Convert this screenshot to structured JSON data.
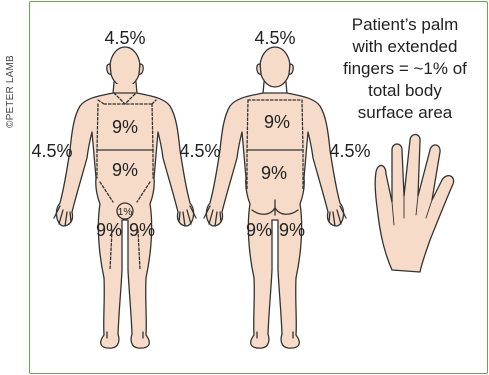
{
  "credit": "©PETER LAMB",
  "colors": {
    "border": "#6aa64d",
    "skin": "#f6dcc8",
    "outline": "#333333"
  },
  "front": {
    "head": "4.5%",
    "left_arm": "4.5%",
    "right_arm": "4.5%",
    "chest": "9%",
    "abdomen": "9%",
    "genital": "1%",
    "left_leg": "9%",
    "right_leg": "9%"
  },
  "back": {
    "head": "4.5%",
    "right_arm": "4.5%",
    "upper_back": "9%",
    "lower_back": "9%",
    "left_leg": "9%",
    "right_leg": "9%"
  },
  "palm_note": {
    "line1": "Patient’s palm",
    "line2": "with extended",
    "line3": "fingers  = ~1% of",
    "line4": "total body",
    "line5": "surface area"
  }
}
